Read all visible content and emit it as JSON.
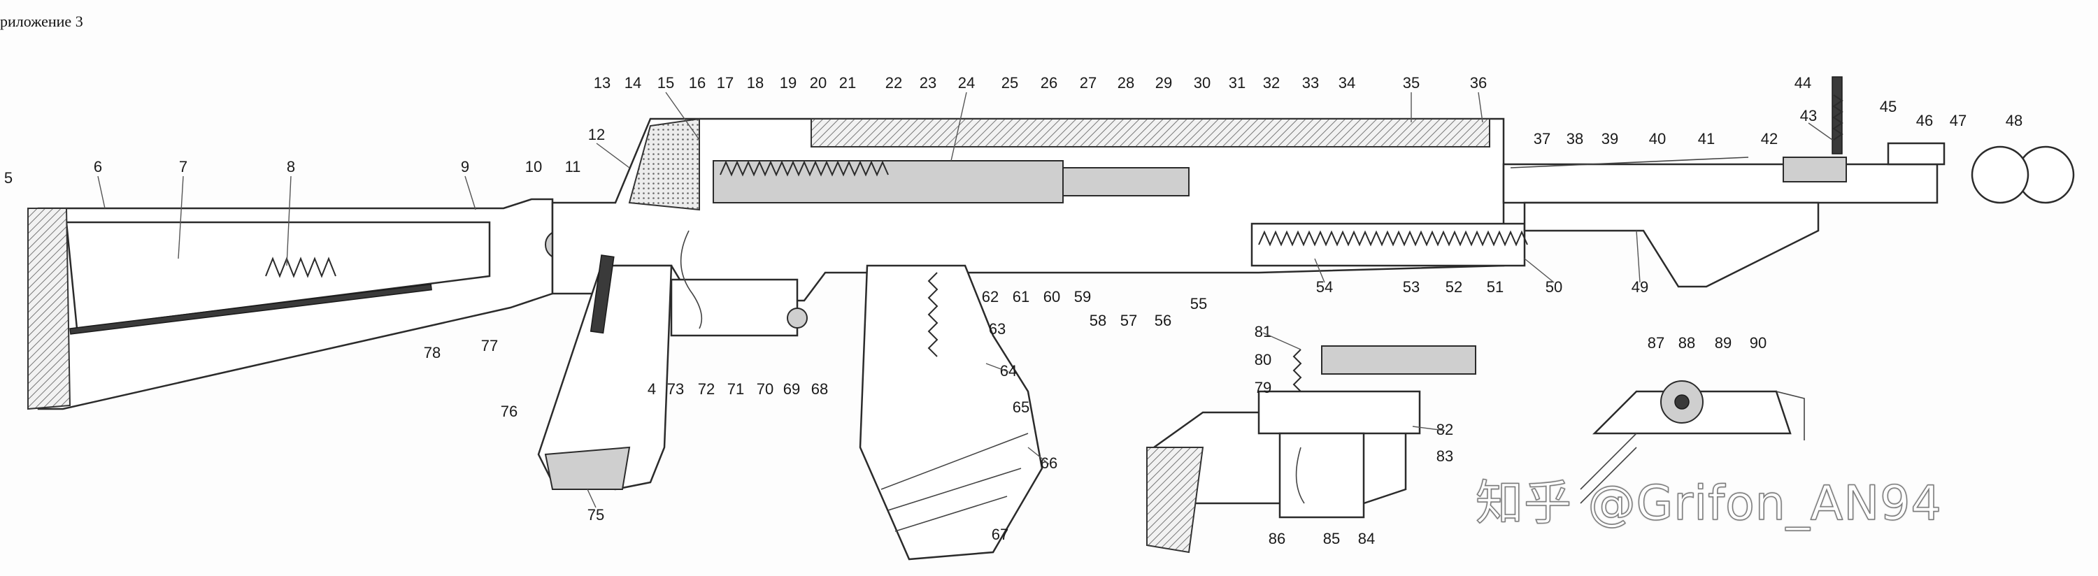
{
  "header": {
    "text": "риложение 3"
  },
  "watermark": {
    "text": "知乎 @Grifon_AN94"
  },
  "callouts": [
    "5",
    "6",
    "7",
    "8",
    "9",
    "10",
    "11",
    "12",
    "13",
    "14",
    "15",
    "16",
    "17",
    "18",
    "19",
    "20",
    "21",
    "22",
    "23",
    "24",
    "25",
    "26",
    "27",
    "28",
    "29",
    "30",
    "31",
    "32",
    "33",
    "34",
    "35",
    "36",
    "37",
    "38",
    "39",
    "40",
    "41",
    "42",
    "43",
    "44",
    "45",
    "46",
    "47",
    "48",
    "49",
    "50",
    "51",
    "52",
    "53",
    "54",
    "55",
    "56",
    "57",
    "58",
    "59",
    "60",
    "61",
    "62",
    "63",
    "64",
    "65",
    "66",
    "67",
    "68",
    "69",
    "70",
    "71",
    "72",
    "73",
    "4",
    "75",
    "76",
    "77",
    "78",
    "79",
    "80",
    "81",
    "82",
    "83",
    "84",
    "85",
    "86",
    "87",
    "88",
    "89",
    "90"
  ]
}
